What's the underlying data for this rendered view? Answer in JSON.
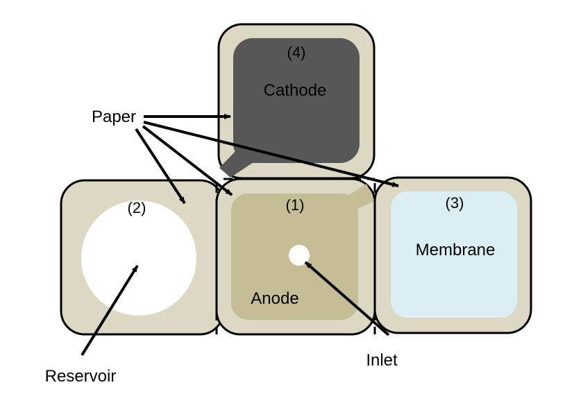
{
  "colors": {
    "paper": "#ddd8c4",
    "outline": "#000000",
    "cathode": "#575757",
    "anode": "#c4bd95",
    "membrane": "#dbeef4",
    "reservoir": "#ffffff"
  },
  "panels": {
    "cathode": {
      "number": "(4)",
      "label": "Cathode"
    },
    "reservoir": {
      "number": "(2)"
    },
    "anode": {
      "number": "(1)",
      "label": "Anode"
    },
    "membrane": {
      "number": "(3)",
      "label": "Membrane"
    }
  },
  "callouts": {
    "paper": "Paper",
    "reservoir": "Reservoir",
    "inlet": "Inlet"
  }
}
